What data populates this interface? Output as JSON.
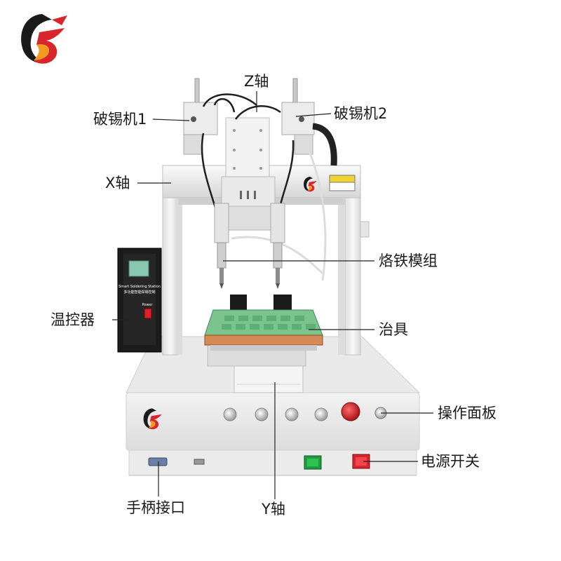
{
  "labels": {
    "z_axis": "Z轴",
    "tin_breaker_1": "破锡机1",
    "tin_breaker_2": "破锡机2",
    "x_axis": "X轴",
    "iron_module": "烙铁模组",
    "temp_controller": "温控器",
    "fixture": "治具",
    "operation_panel": "操作面板",
    "power_switch": "电源开关",
    "handle_port": "手柄接口",
    "y_axis": "Y轴"
  },
  "controller_panel": {
    "line1": "Smart Soldering Station",
    "line2": "多功能智能焊锡控制",
    "power": "Power"
  },
  "colors": {
    "logo_red": "#d9262c",
    "logo_orange": "#f29a1f",
    "logo_black": "#1a1a1a",
    "frame": "#eeeeee",
    "pcb_green": "#7cc48e",
    "copper": "#d68a55",
    "controller_black": "#1c1c1c",
    "switch_green": "#1f9a3c",
    "switch_red": "#d8232a",
    "stop_red": "#cc1f26"
  },
  "icons": [
    "company-logo-icon"
  ]
}
